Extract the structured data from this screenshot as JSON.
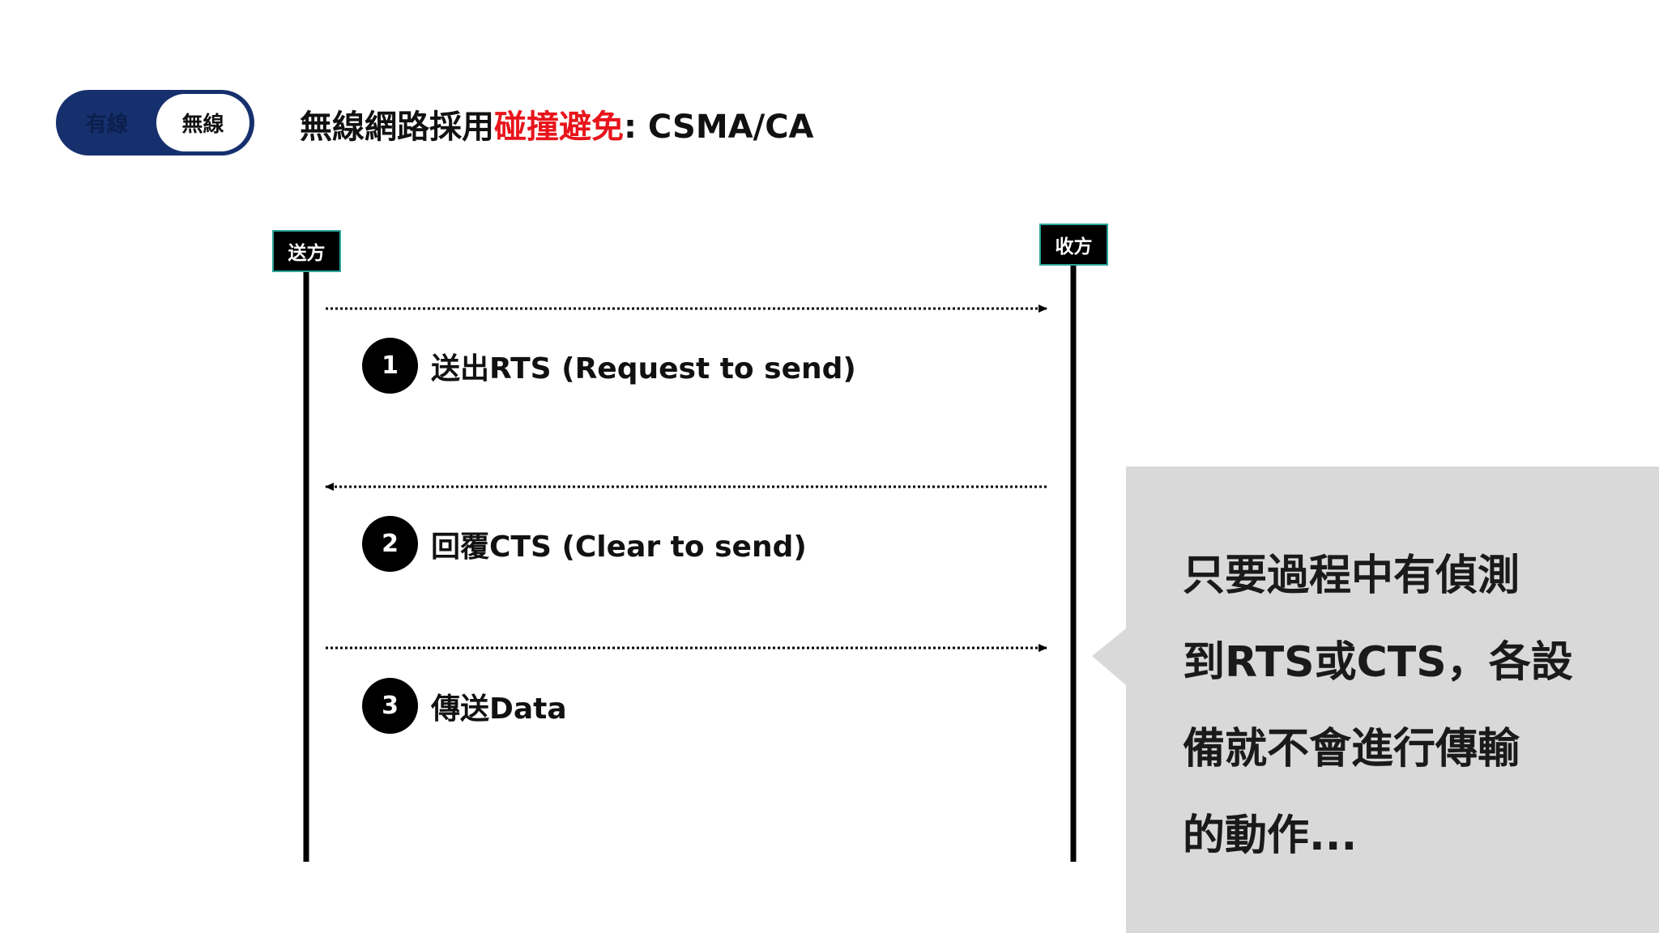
{
  "toggle": {
    "wired_label": "有線",
    "wireless_label": "無線"
  },
  "title": {
    "prefix": "無線網路採用",
    "highlight": "碰撞避免",
    "suffix": ": CSMA/CA"
  },
  "lifelines": {
    "sender": "送方",
    "receiver": "收方"
  },
  "steps": [
    {
      "number": "1",
      "text": "送出RTS (Request to send)",
      "direction": "sender-to-receiver"
    },
    {
      "number": "2",
      "text": "回覆CTS (Clear to send)",
      "direction": "receiver-to-sender"
    },
    {
      "number": "3",
      "text": "傳送Data",
      "direction": "sender-to-receiver"
    }
  ],
  "callout": {
    "lines": [
      "只要過程中有偵測",
      "到RTS或CTS，各設",
      "備就不會進行傳輸",
      "的動作..."
    ]
  },
  "colors": {
    "toggle_bg": "#16306e",
    "highlight": "#e8141b",
    "callout_bg": "#d9d9d9",
    "head_border": "#2ca69a"
  }
}
